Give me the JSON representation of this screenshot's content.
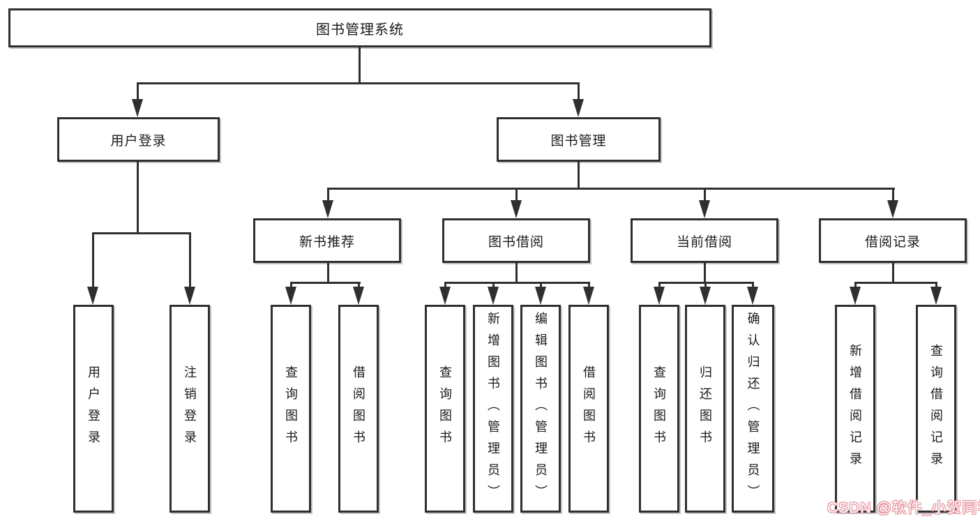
{
  "tree": {
    "root": "图书管理系统",
    "branches": [
      {
        "label": "用户登录",
        "children": [
          "用户登录",
          "注销登录"
        ]
      },
      {
        "label": "图书管理",
        "children": [
          {
            "label": "新书推荐",
            "children": [
              "查询图书",
              "借阅图书"
            ]
          },
          {
            "label": "图书借阅",
            "children": [
              "查询图书",
              "新增图书（管理员）",
              "编辑图书（管理员）",
              "借阅图书"
            ]
          },
          {
            "label": "当前借阅",
            "children": [
              "查询图书",
              "归还图书",
              "确认归还（管理员）"
            ]
          },
          {
            "label": "借阅记录",
            "children": [
              "新增借阅记录",
              "查询借阅记录"
            ]
          }
        ]
      }
    ]
  },
  "watermark": {
    "text": "CSDN @软件_小贺同学",
    "color": "#e8909d"
  },
  "colors": {
    "background": "#ffffff",
    "box_border": "#2f2f2f",
    "line": "#2f2f2f",
    "text": "#1a1a1a"
  }
}
